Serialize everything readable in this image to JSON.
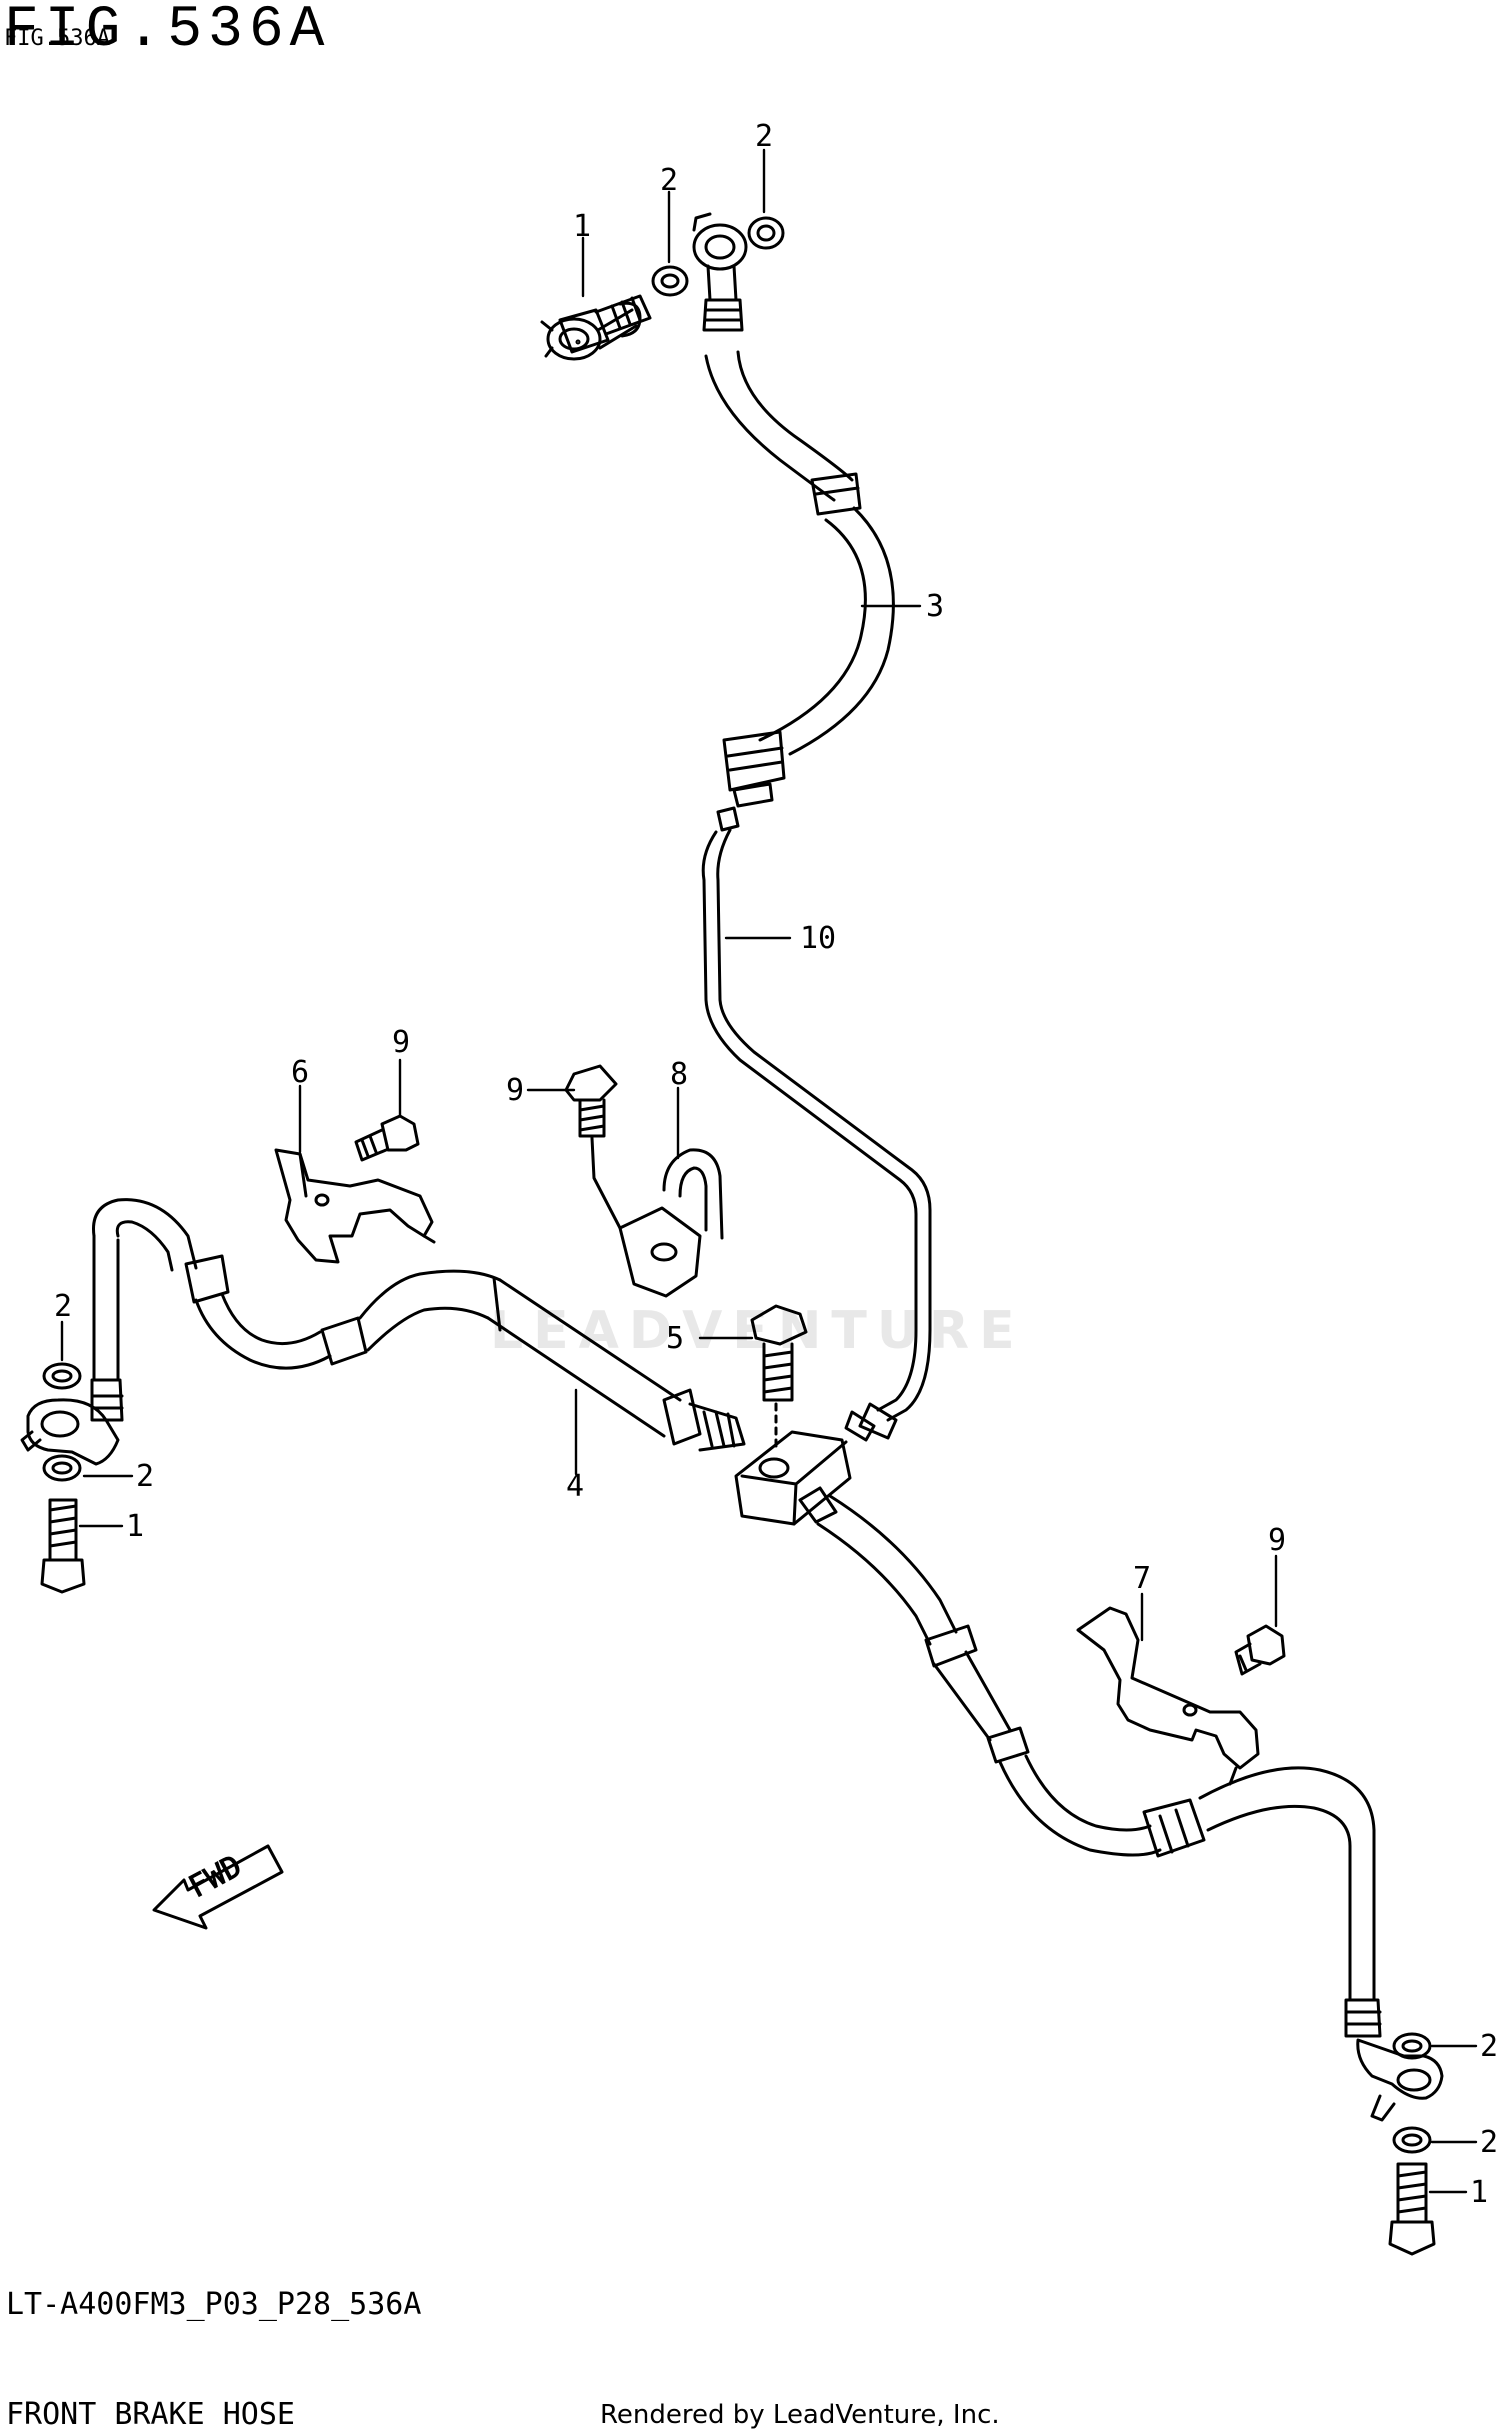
{
  "figure": {
    "title": "FIG.536A",
    "title_small": "FIG.536A",
    "model_code": "LT-A400FM3_P03_P28_536A",
    "name": "FRONT BRAKE HOSE",
    "rendered_by": "Rendered by LeadVenture, Inc.",
    "watermark": "LEADVENTURE"
  },
  "fwd_label": "FWD",
  "callouts": [
    {
      "id": "c1a",
      "text": "1"
    },
    {
      "id": "c2a",
      "text": "2"
    },
    {
      "id": "c2b",
      "text": "2"
    },
    {
      "id": "c3",
      "text": "3"
    },
    {
      "id": "c10",
      "text": "10"
    },
    {
      "id": "c9a",
      "text": "9"
    },
    {
      "id": "c6",
      "text": "6"
    },
    {
      "id": "c9b",
      "text": "9"
    },
    {
      "id": "c8",
      "text": "8"
    },
    {
      "id": "c2c",
      "text": "2"
    },
    {
      "id": "c5",
      "text": "5"
    },
    {
      "id": "c2d",
      "text": "2"
    },
    {
      "id": "c1b",
      "text": "1"
    },
    {
      "id": "c4",
      "text": "4"
    },
    {
      "id": "c9c",
      "text": "9"
    },
    {
      "id": "c7",
      "text": "7"
    },
    {
      "id": "c2e",
      "text": "2"
    },
    {
      "id": "c2f",
      "text": "2"
    },
    {
      "id": "c1c",
      "text": "1"
    }
  ]
}
